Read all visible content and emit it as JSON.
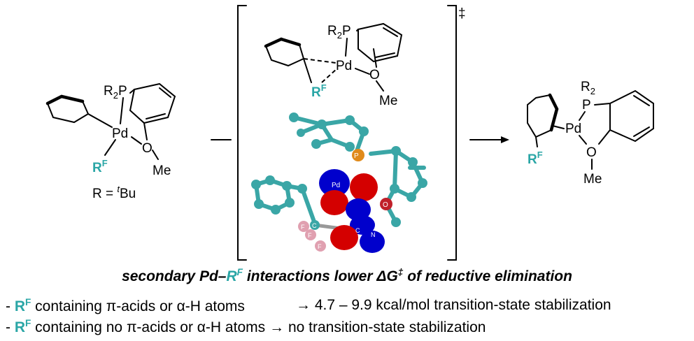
{
  "labels": {
    "r2p": "R",
    "r2p_sub": "2",
    "p": "P",
    "pd": "Pd",
    "o": "O",
    "me": "Me",
    "rf": "R",
    "rf_sup": "F",
    "r_def_prefix": "R = ",
    "r_def_t": "t",
    "r_def_bu": "Bu",
    "ts_symbol": "‡",
    "r2": "R",
    "r2_sub": "2",
    "orbital_pd": "Pd",
    "orbital_p": "P",
    "orbital_o": "O",
    "orbital_c1": "C",
    "orbital_c2": "C",
    "orbital_n": "N",
    "orbital_f1": "F",
    "orbital_f2": "F",
    "orbital_f3": "F"
  },
  "caption": {
    "part1": "secondary Pd–",
    "rf": "R",
    "rf_sup": "F",
    "part2": " interactions lower ΔG",
    "ddagger": "‡",
    "part3": " of reductive elimination"
  },
  "bullets": [
    {
      "prefix": "- ",
      "rf": "R",
      "rf_sup": "F",
      "text": " containing π-acids or α-H atoms",
      "arrow": "→",
      "result": " 4.7 – 9.9 kcal/mol transition-state stabilization"
    },
    {
      "prefix": "- ",
      "rf": "R",
      "rf_sup": "F",
      "text": " containing no π-acids or α-H atoms",
      "arrow": "→",
      "result": " no transition-state stabilization"
    }
  ],
  "colors": {
    "accent": "#2aa6a6",
    "orbital_red": "#d40000",
    "orbital_blue": "#0000cc",
    "carbon": "#3aa6a6",
    "phosphorus": "#e08a1a",
    "oxygen": "#c0202a",
    "fluorine": "#e0a0b0"
  }
}
